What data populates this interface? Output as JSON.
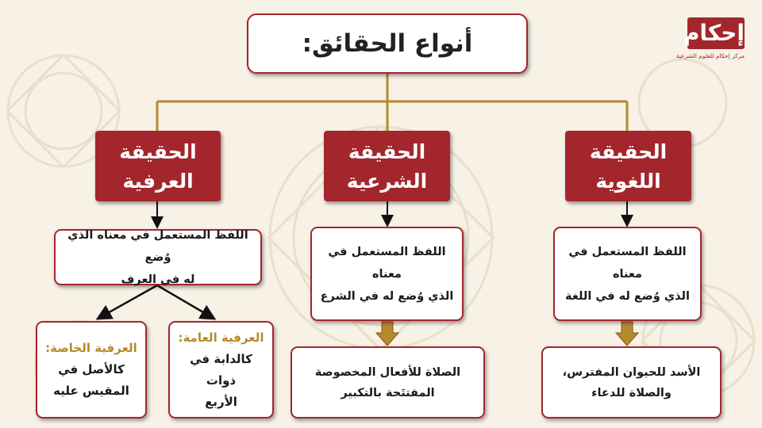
{
  "colors": {
    "accent": "#a3262c",
    "connector": "#b58a2e",
    "arrow": "#111111",
    "block_arrow": "#b58a2e",
    "background": "#f7f1e6"
  },
  "title": "أنواع الحقائق:",
  "logo": {
    "mark": "إحكام",
    "tagline": "مركز إحكام للعلوم الشرعية"
  },
  "categories": {
    "linguistic": {
      "line1": "الحقيقة",
      "line2": "اللغوية"
    },
    "legal": {
      "line1": "الحقيقة",
      "line2": "الشرعية"
    },
    "customary": {
      "line1": "الحقيقة",
      "line2": "العرفية"
    }
  },
  "definitions": {
    "linguistic": {
      "line1": "اللفظ المستعمل في معناه",
      "line2": "الذي وُضع له في اللغة"
    },
    "legal": {
      "line1": "اللفظ المستعمل في معناه",
      "line2": "الذي وُضع له في الشرع"
    },
    "customary": {
      "line1": "اللفظ المستعمل في معناه الذي وُضع",
      "line2": "له في العرف"
    }
  },
  "examples": {
    "linguistic": {
      "line1": "الأسد للحيوان المفترس،",
      "line2": "والصلاة للدعاء"
    },
    "legal": {
      "line1": "الصلاة للأفعال المخصوصة",
      "line2": "المفتتَحة بالتكبير"
    }
  },
  "customary_subtypes": {
    "general": {
      "label": "العرفية العامة:",
      "line1": "كالدابة في ذوات",
      "line2": "الأربع"
    },
    "special": {
      "label": "العرفية الخاصة:",
      "line1": "كالأصل في",
      "line2": "المقيس عليه"
    }
  }
}
